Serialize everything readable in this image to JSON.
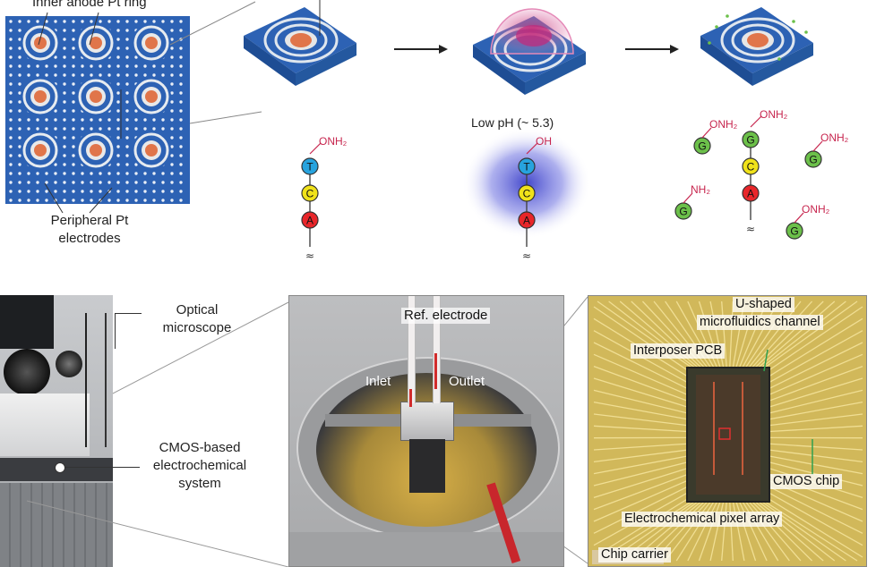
{
  "top": {
    "labels": {
      "inner_anode": "Inner anode Pt ring",
      "peripheral": [
        "Peripheral Pt",
        "electrodes"
      ],
      "low_ph": "Low pH (~ 5.3)"
    },
    "strand_left": {
      "bases": [
        "T",
        "C",
        "A"
      ],
      "group": "ONH₂"
    },
    "strand_mid": {
      "bases": [
        "T",
        "C",
        "A"
      ],
      "group": "OH"
    },
    "strand_right": {
      "bases": [
        "G",
        "C",
        "A"
      ],
      "group": "ONH₂"
    },
    "free_g": [
      {
        "base": "G",
        "group": "ONH₂"
      },
      {
        "base": "G",
        "group": "NH₂"
      },
      {
        "base": "G",
        "group": "ONH₂"
      },
      {
        "base": "G",
        "group": "ONH₂"
      },
      {
        "base": "G",
        "group": "ONH₂"
      }
    ],
    "base_colors": {
      "T": "#27a3de",
      "C": "#f0e21a",
      "A": "#e8262a",
      "G": "#6cc04a"
    },
    "group_color": "#c7254e"
  },
  "bottom": {
    "microscope_labels": {
      "optical": [
        "Optical",
        "microscope"
      ],
      "cmos": [
        "CMOS-based",
        "electrochemical",
        "system"
      ]
    },
    "photo_labels": {
      "ref": "Ref. electrode",
      "inlet": "Inlet",
      "outlet": "Outlet"
    },
    "chip_labels": {
      "u_shaped": [
        "U-shaped",
        "microfluidics channel"
      ],
      "interposer": "Interposer PCB",
      "cmos_chip": "CMOS chip",
      "pixel_array": "Electrochemical pixel array",
      "carrier": "Chip carrier"
    }
  }
}
